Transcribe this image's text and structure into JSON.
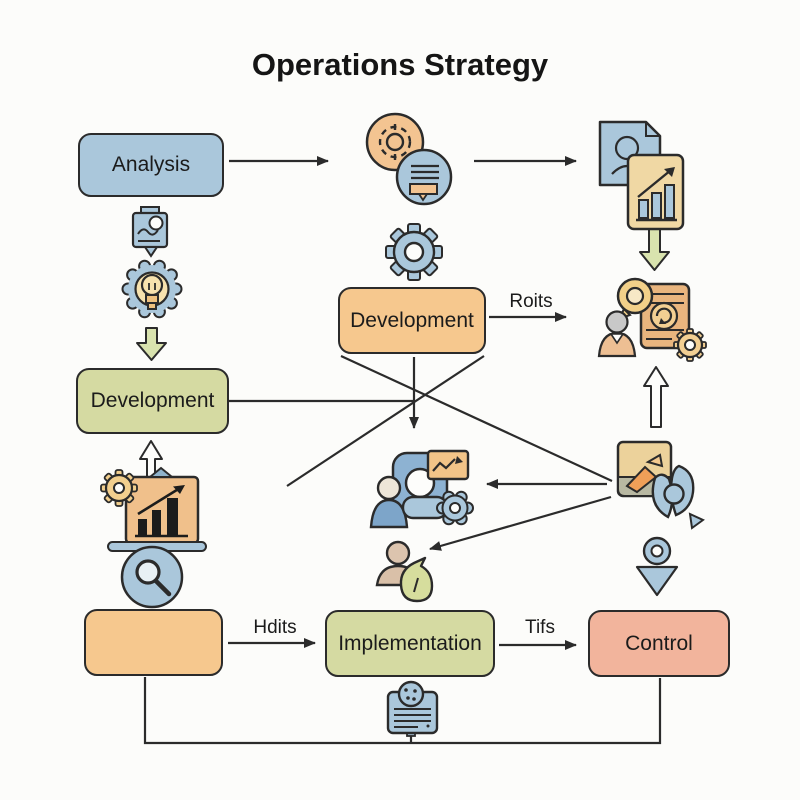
{
  "title": "Operations Strategy",
  "nodes": {
    "analysis": {
      "label": "Analysis",
      "fill": "#aac7db"
    },
    "development_top": {
      "label": "Development",
      "fill": "#f6c88e"
    },
    "development_left": {
      "label": "Development",
      "fill": "#d5daa2"
    },
    "implementation": {
      "label": "Implementation",
      "fill": "#d5daa2"
    },
    "control": {
      "label": "Control",
      "fill": "#f2b49c"
    },
    "unlabeled_process": {
      "label": "",
      "fill": "#f6c88e"
    }
  },
  "edge_labels": {
    "roits": "Roits",
    "hdits": "Hdits",
    "tifs": "Tifs"
  },
  "icons": [
    "process-chat-circles-icon",
    "report-documents-icon",
    "connector-gear-icon",
    "review-person-document-icon",
    "insight-note-icon",
    "idea-gear-bulb-icon",
    "analytics-laptop-icon",
    "search-icon",
    "team-collaboration-icon",
    "person-funds-icon",
    "target-person-icon",
    "notes-clipboard-icon",
    "green-down-arrow-icon",
    "outline-up-arrow-icon",
    "pin-down-arrow-icon"
  ],
  "colors": {
    "background": "#fcfcfa",
    "outline": "#2b2b2b",
    "blue": "#aac7db",
    "orange": "#f6c88e",
    "green": "#d5daa2",
    "salmon": "#f2b49c",
    "tan": "#ecd29b",
    "arrow_green": "#d9e3ae"
  }
}
